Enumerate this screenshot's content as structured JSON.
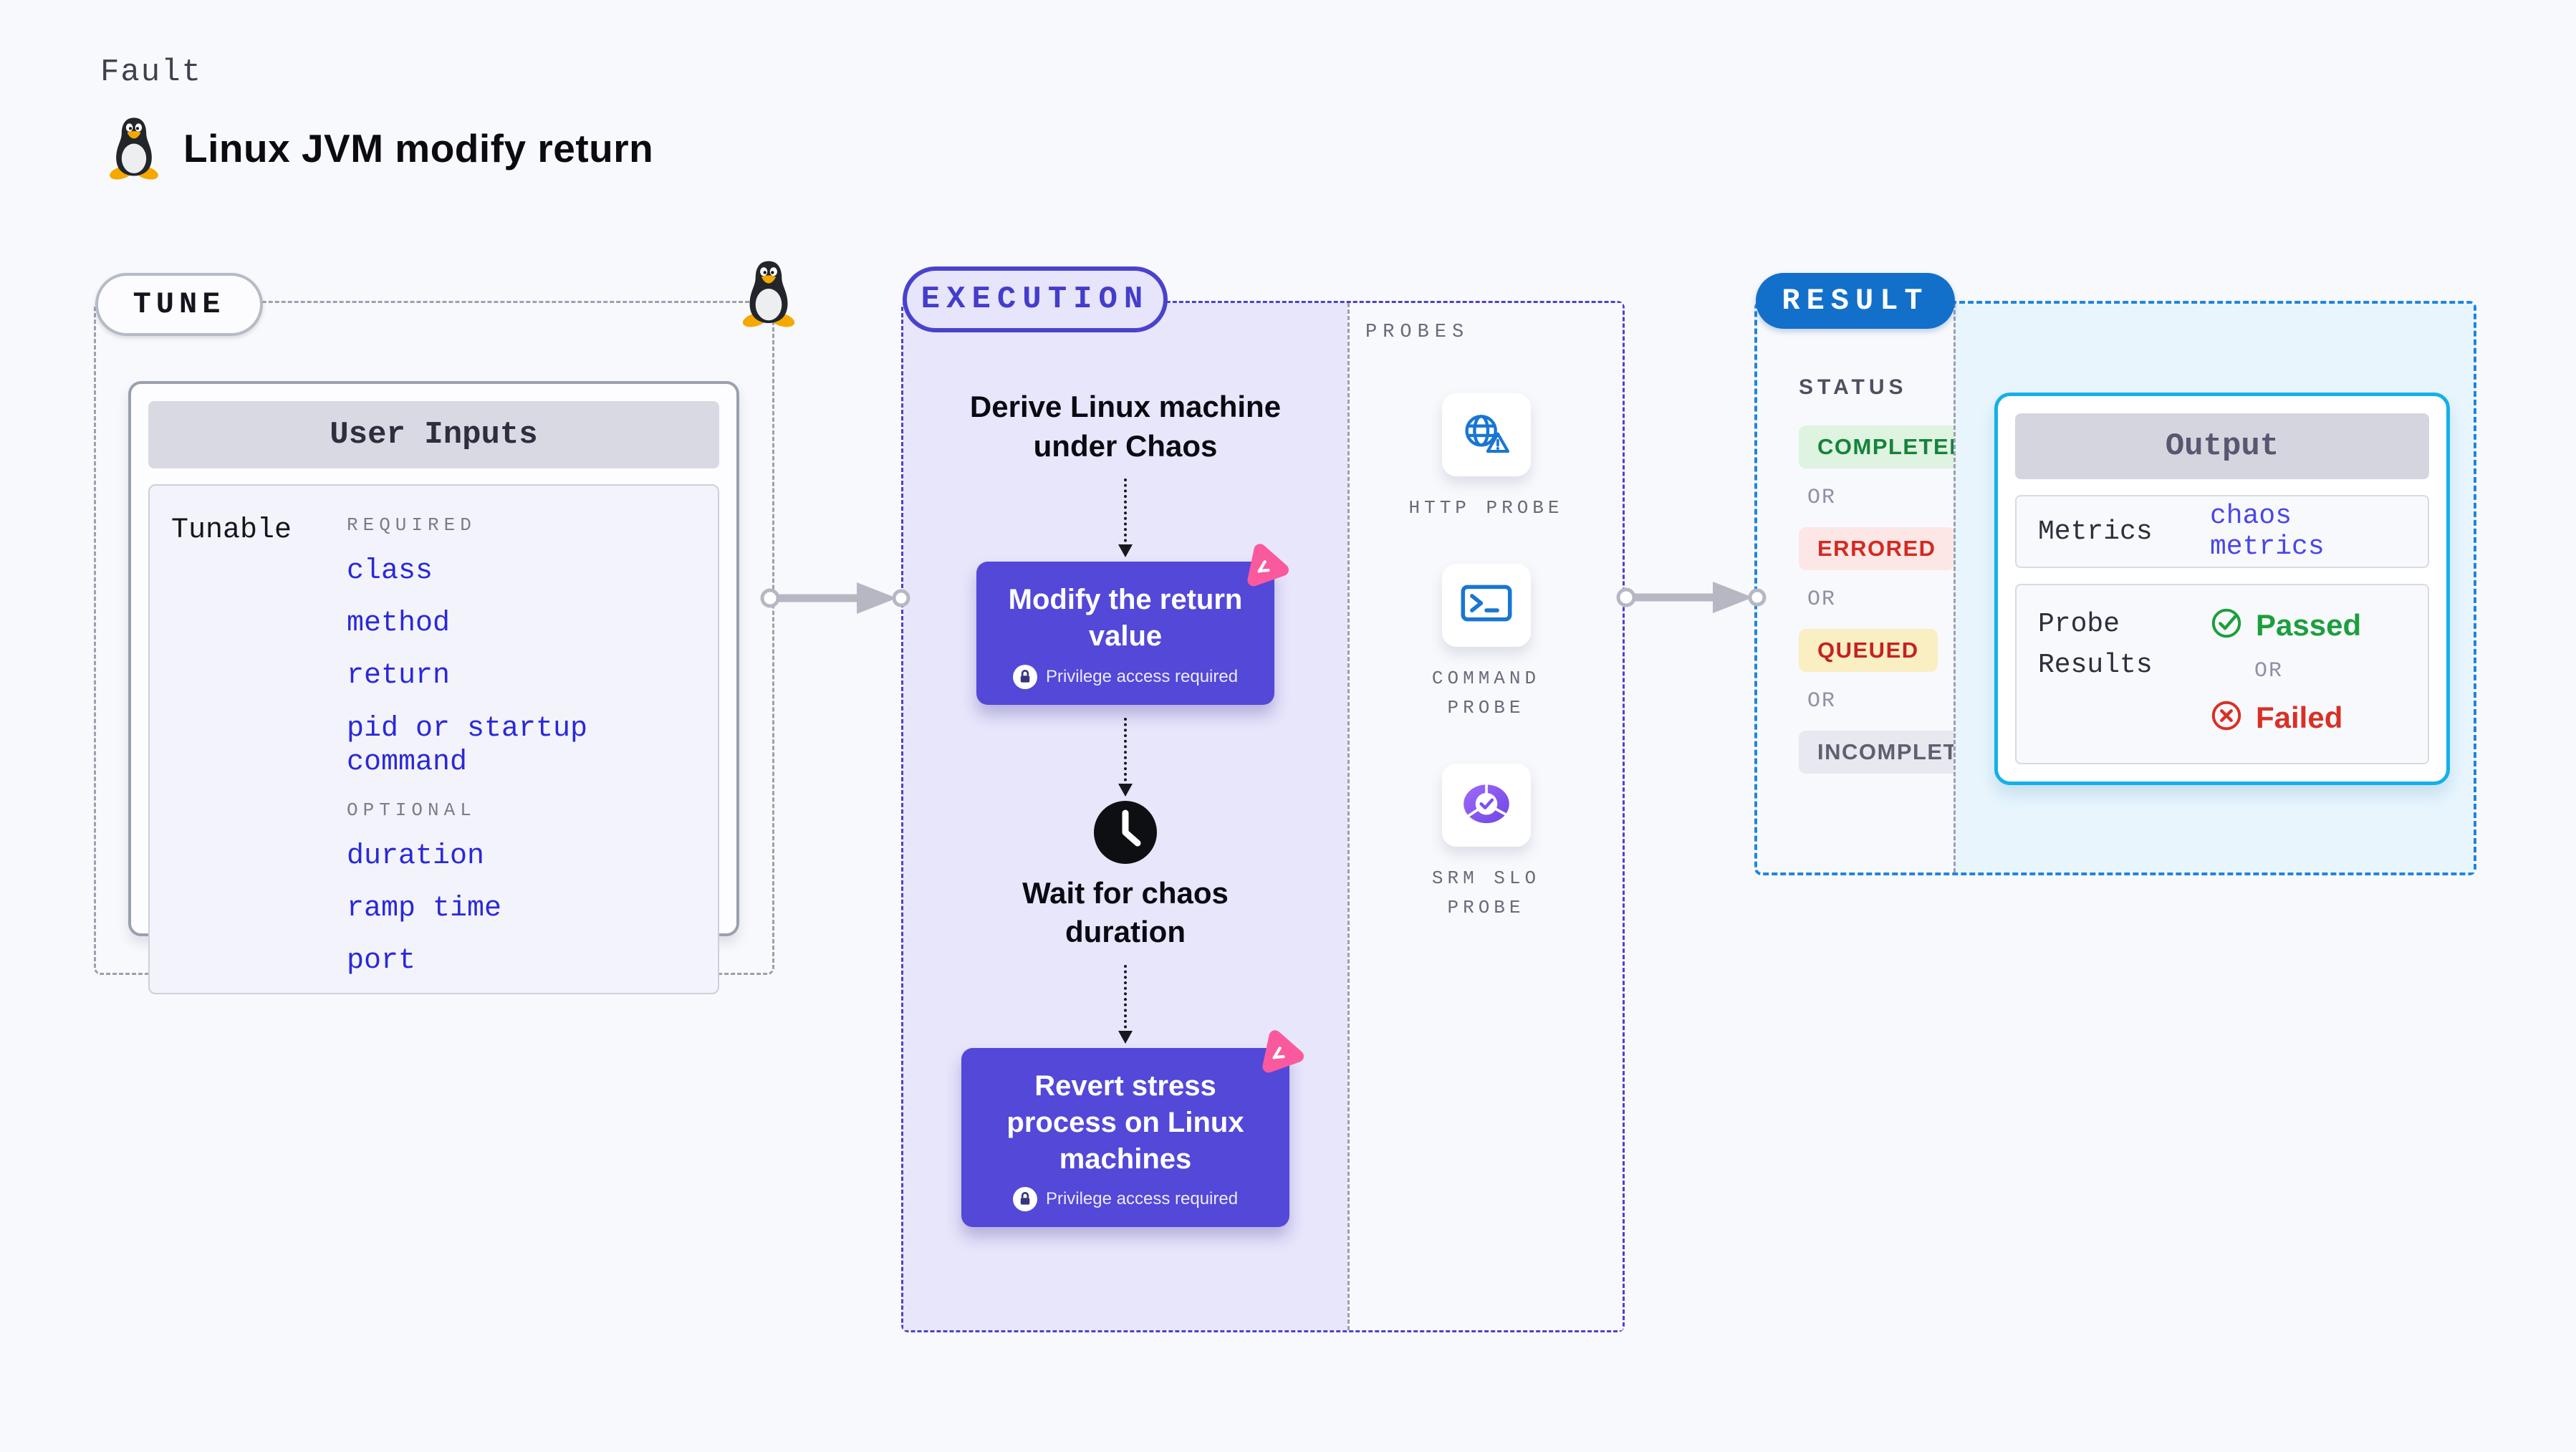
{
  "header": {
    "fault_label": "Fault",
    "title": "Linux JVM modify return",
    "title_icon": "tux-icon"
  },
  "tune": {
    "pill_label": "TUNE",
    "corner_icon": "tux-icon",
    "user_inputs": {
      "title": "User Inputs",
      "row_label": "Tunable",
      "required_label": "REQUIRED",
      "required_items": [
        "class",
        "method",
        "return",
        "pid or startup command"
      ],
      "optional_label": "OPTIONAL",
      "optional_items": [
        "duration",
        "ramp time",
        "port"
      ]
    }
  },
  "execution": {
    "pill_label": "EXECUTION",
    "steps": {
      "derive": "Derive Linux machine\nunder Chaos",
      "card1_title": "Modify the return\nvalue",
      "card1_badge": "Privilege access required",
      "wait": "Wait for chaos\nduration",
      "card2_title": "Revert stress\nprocess on Linux\nmachines",
      "card2_badge": "Privilege access required"
    },
    "probes": {
      "label": "PROBES",
      "items": [
        {
          "icon": "http-probe-icon",
          "label": "HTTP PROBE"
        },
        {
          "icon": "command-probe-icon",
          "label": "COMMAND\nPROBE"
        },
        {
          "icon": "srm-slo-probe-icon",
          "label": "SRM SLO\nPROBE"
        }
      ]
    }
  },
  "result": {
    "pill_label": "RESULT",
    "status_label": "STATUS",
    "or_label": "OR",
    "statuses": [
      {
        "label": "COMPLETED",
        "variant": "completed"
      },
      {
        "label": "ERRORED",
        "variant": "errored"
      },
      {
        "label": "QUEUED",
        "variant": "queued"
      },
      {
        "label": "INCOMPLETED",
        "variant": "incompleted"
      }
    ],
    "output": {
      "title": "Output",
      "metrics_label": "Metrics",
      "metrics_value": "chaos metrics",
      "probe_results_label": "Probe\nResults",
      "passed_label": "Passed",
      "or_label": "OR",
      "failed_label": "Failed"
    }
  },
  "colors": {
    "accent_indigo": "#4b42cc",
    "card_purple": "#5348d8",
    "chaos_pink": "#fa5a9d",
    "result_blue": "#1270cb",
    "output_border_cyan": "#14b0e8",
    "probe_icon_blue": "#1976d2",
    "passed_green": "#1d9e3d",
    "failed_red": "#d93025",
    "link_blue": "#2b28d8"
  }
}
